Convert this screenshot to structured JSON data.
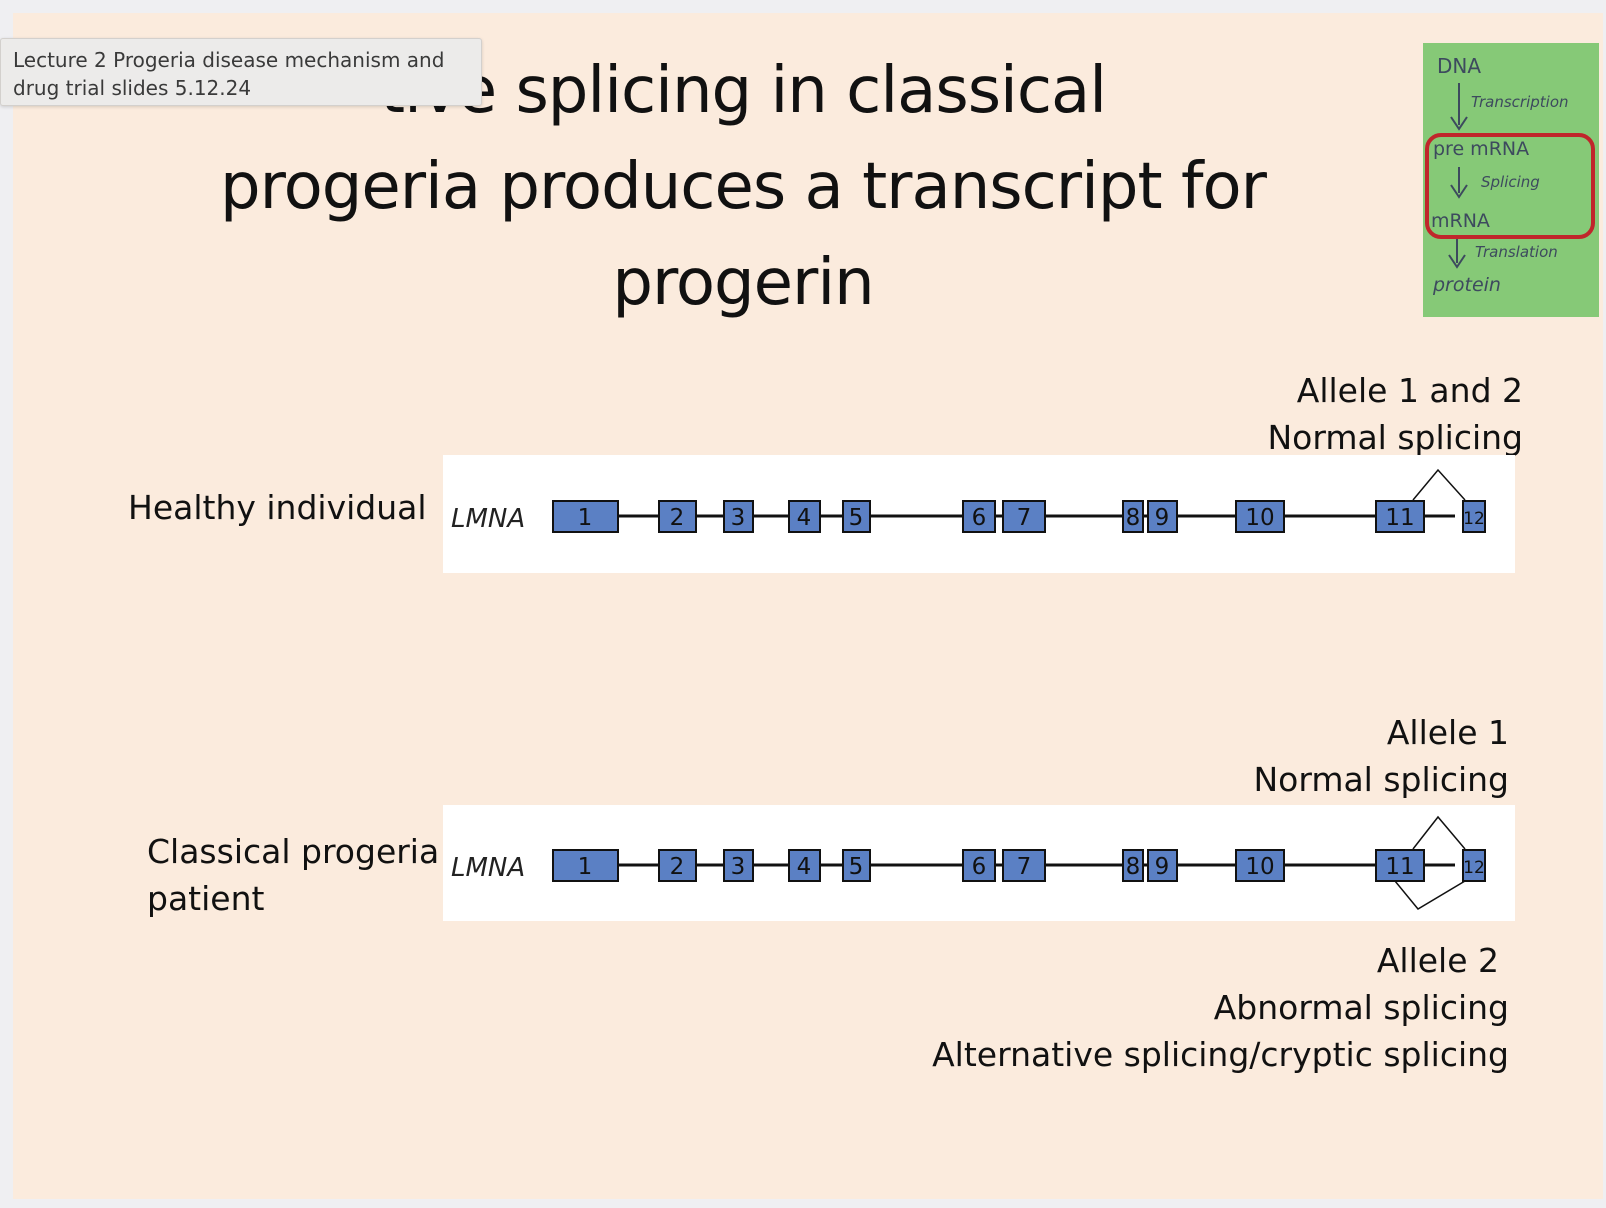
{
  "tooltip": {
    "line1": "Lecture 2 Progeria disease mechanism and",
    "line2": "drug trial slides 5.12.24"
  },
  "slide": {
    "title": {
      "line1": "tive splicing in classical",
      "line2": "progeria produces a transcript for",
      "line3": "progerin"
    },
    "healthy": {
      "label": "Healthy individual",
      "allele_line1": "Allele 1 and 2",
      "allele_line2": "Normal splicing"
    },
    "progeria": {
      "label_line1": "Classical progeria",
      "label_line2": "patient",
      "allele1_line1": "Allele 1",
      "allele1_line2": "Normal splicing",
      "allele2_line1": "Allele 2",
      "allele2_line2": "Abnormal splicing",
      "allele2_line3": "Alternative splicing/cryptic splicing"
    },
    "gene": {
      "name": "LMNA",
      "exons": [
        "1",
        "2",
        "3",
        "4",
        "5",
        "6",
        "7",
        "8",
        "9",
        "10",
        "11",
        "12"
      ]
    },
    "dogma": {
      "dna": "DNA",
      "transcription": "Transcription",
      "pre_mrna": "pre mRNA",
      "splicing": "Splicing",
      "mrna": "mRNA",
      "translation": "Translation",
      "protein": "protein"
    }
  },
  "colors": {
    "slide_bg": "#fbebdd",
    "exon_fill": "#5b80c4",
    "highlight_box": "#c0262b",
    "dogma_bg": "#86c977"
  }
}
